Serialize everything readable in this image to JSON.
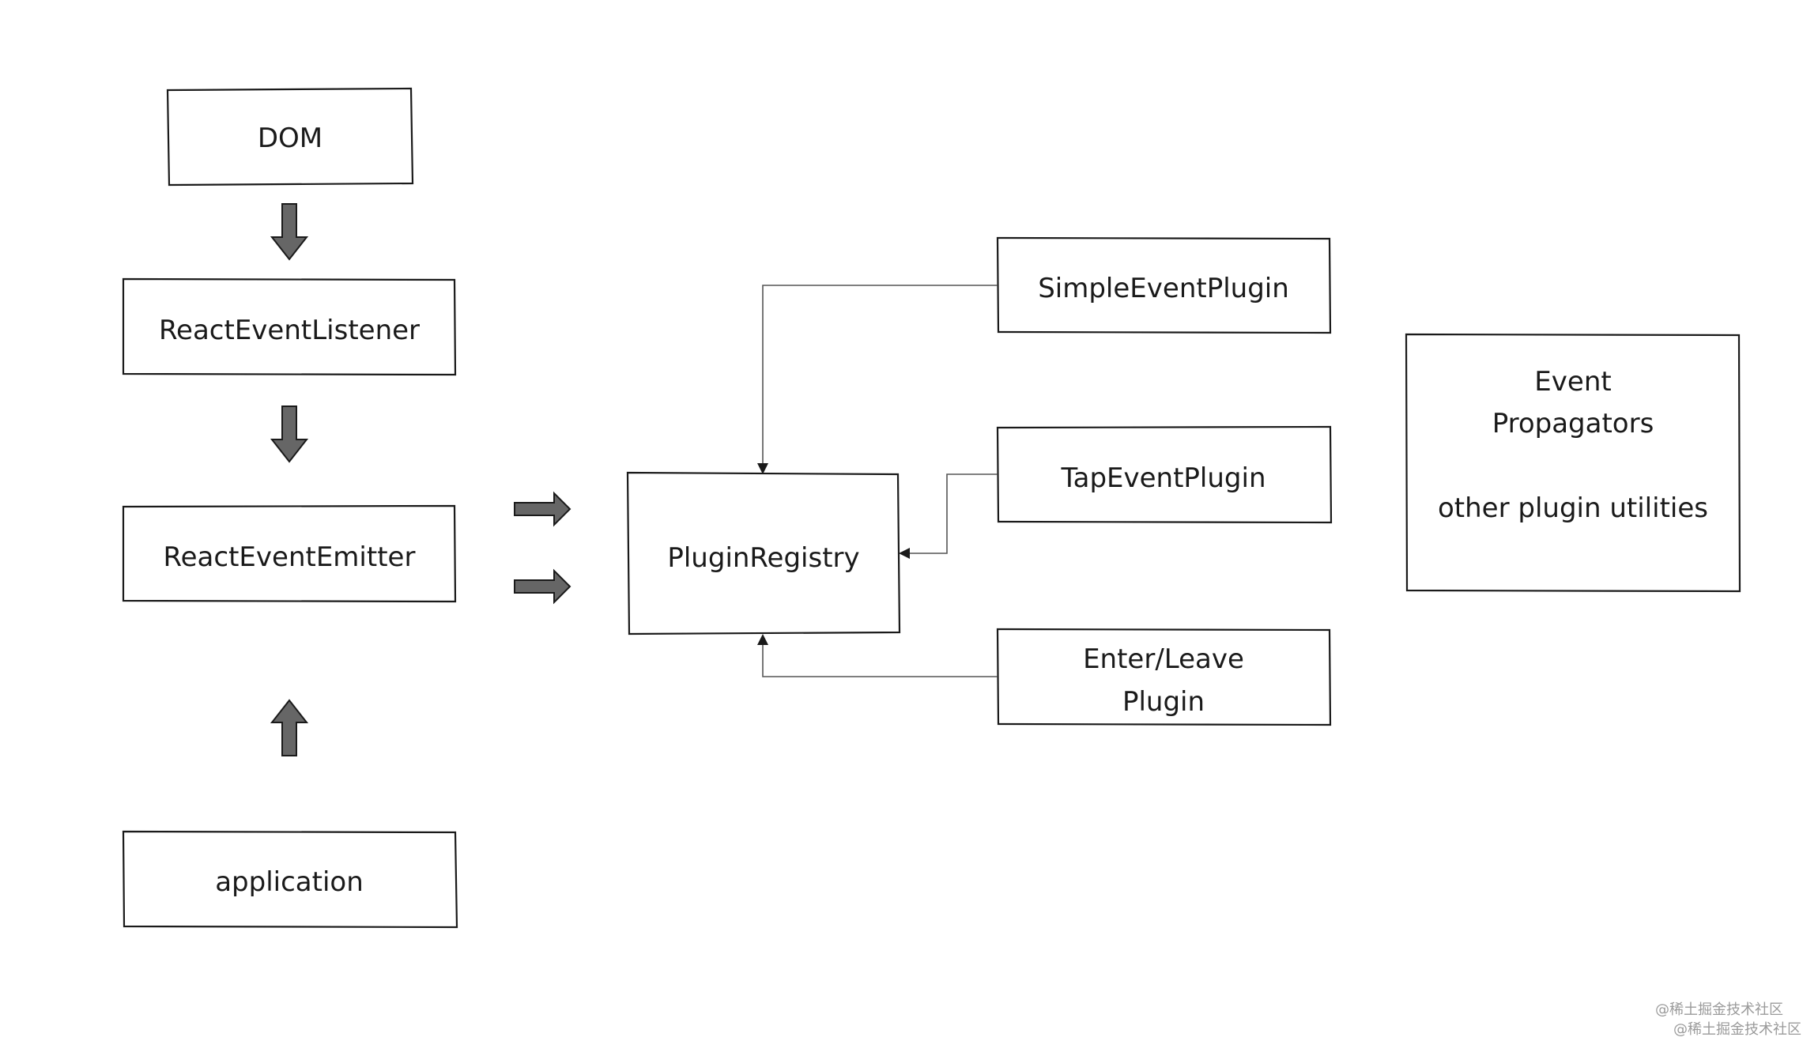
{
  "diagram": {
    "nodes": {
      "dom": {
        "label": "DOM"
      },
      "react_event_listener": {
        "label": "ReactEventListener"
      },
      "react_event_emitter": {
        "label": "ReactEventEmitter"
      },
      "application": {
        "label": "application"
      },
      "plugin_registry": {
        "label": "PluginRegistry"
      },
      "simple_event_plugin": {
        "label": "SimpleEventPlugin"
      },
      "tap_event_plugin": {
        "label": "TapEventPlugin"
      },
      "enter_leave_plugin": {
        "line1": "Enter/Leave",
        "line2": "Plugin"
      },
      "event_propagators": {
        "line1": "Event",
        "line2": "Propagators",
        "line3": "other plugin utilities"
      }
    },
    "edges": [
      {
        "from": "dom",
        "to": "react_event_listener",
        "style": "block-arrow"
      },
      {
        "from": "react_event_listener",
        "to": "react_event_emitter",
        "style": "block-arrow"
      },
      {
        "from": "application",
        "to": "react_event_emitter",
        "style": "block-arrow"
      },
      {
        "from": "react_event_emitter",
        "to": "plugin_registry",
        "style": "block-arrow"
      },
      {
        "from": "simple_event_plugin",
        "to": "plugin_registry",
        "style": "thin-arrow"
      },
      {
        "from": "tap_event_plugin",
        "to": "plugin_registry",
        "style": "thin-arrow"
      },
      {
        "from": "enter_leave_plugin",
        "to": "plugin_registry",
        "style": "thin-arrow"
      }
    ]
  },
  "watermark": {
    "line1": "@稀土掘金技术社区",
    "line2": "@稀土掘金技术社区"
  }
}
